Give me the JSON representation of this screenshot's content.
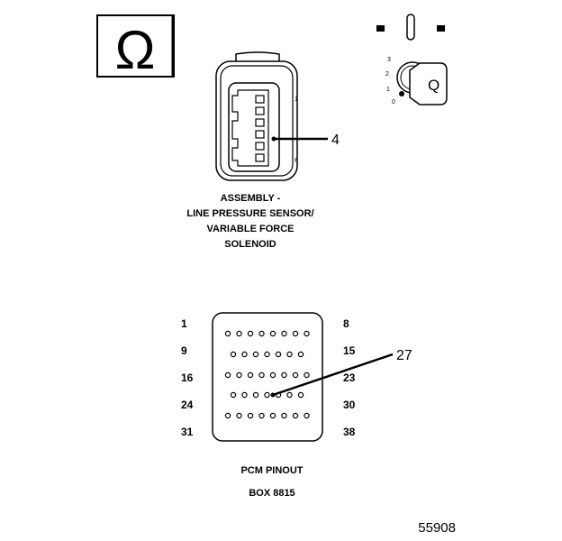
{
  "ohm_symbol": "Ω",
  "switch": {
    "key_positions": [
      "3",
      "2",
      "1",
      "0"
    ],
    "key_letter": "Q"
  },
  "sensor": {
    "pin_first": "1",
    "pin_last": "6",
    "callout": "4",
    "label_lines": [
      "ASSEMBLY -",
      "LINE PRESSURE SENSOR/",
      "VARIABLE FORCE",
      "SOLENOID"
    ]
  },
  "pcm": {
    "left_pins": [
      "1",
      "9",
      "16",
      "24",
      "31"
    ],
    "right_pins": [
      "8",
      "15",
      "23",
      "30",
      "38"
    ],
    "row_counts": [
      8,
      7,
      8,
      7,
      8
    ],
    "callout": "27",
    "title": "PCM PINOUT",
    "subtitle": "BOX 8815"
  },
  "figure_number": "55908"
}
